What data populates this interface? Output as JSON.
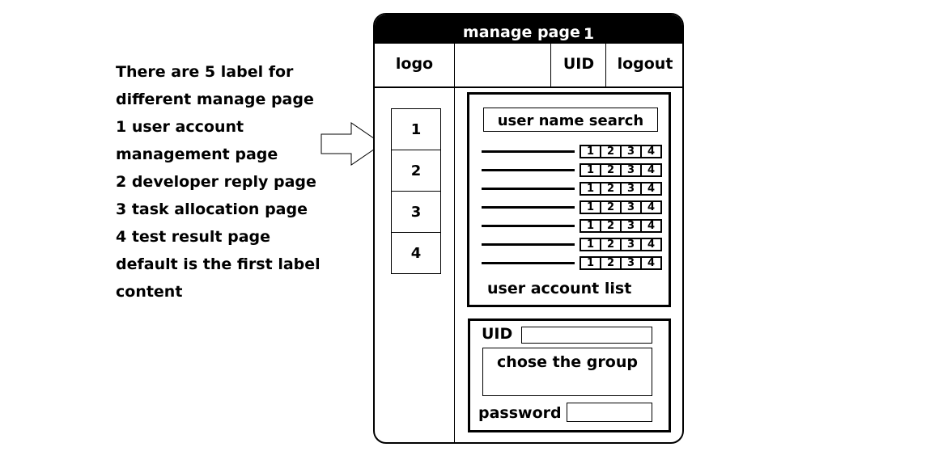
{
  "notes": [
    "There are 5 label for",
    "different manage page",
    "1 user account",
    "management page",
    "2 developer reply page",
    "3 task allocation page",
    "4 test result page",
    "default is the first label",
    "content"
  ],
  "window": {
    "title": "manage page",
    "page_number": "1"
  },
  "header": {
    "logo": "logo",
    "uid": "UID",
    "logout": "logout"
  },
  "tabs": [
    "1",
    "2",
    "3",
    "4"
  ],
  "user_list": {
    "search_label": "user name search",
    "row_buttons": [
      "1",
      "2",
      "3",
      "4"
    ],
    "row_count": 7,
    "caption": "user account list"
  },
  "form": {
    "uid_label": "UID",
    "group_label": "chose the group",
    "password_label": "password"
  }
}
